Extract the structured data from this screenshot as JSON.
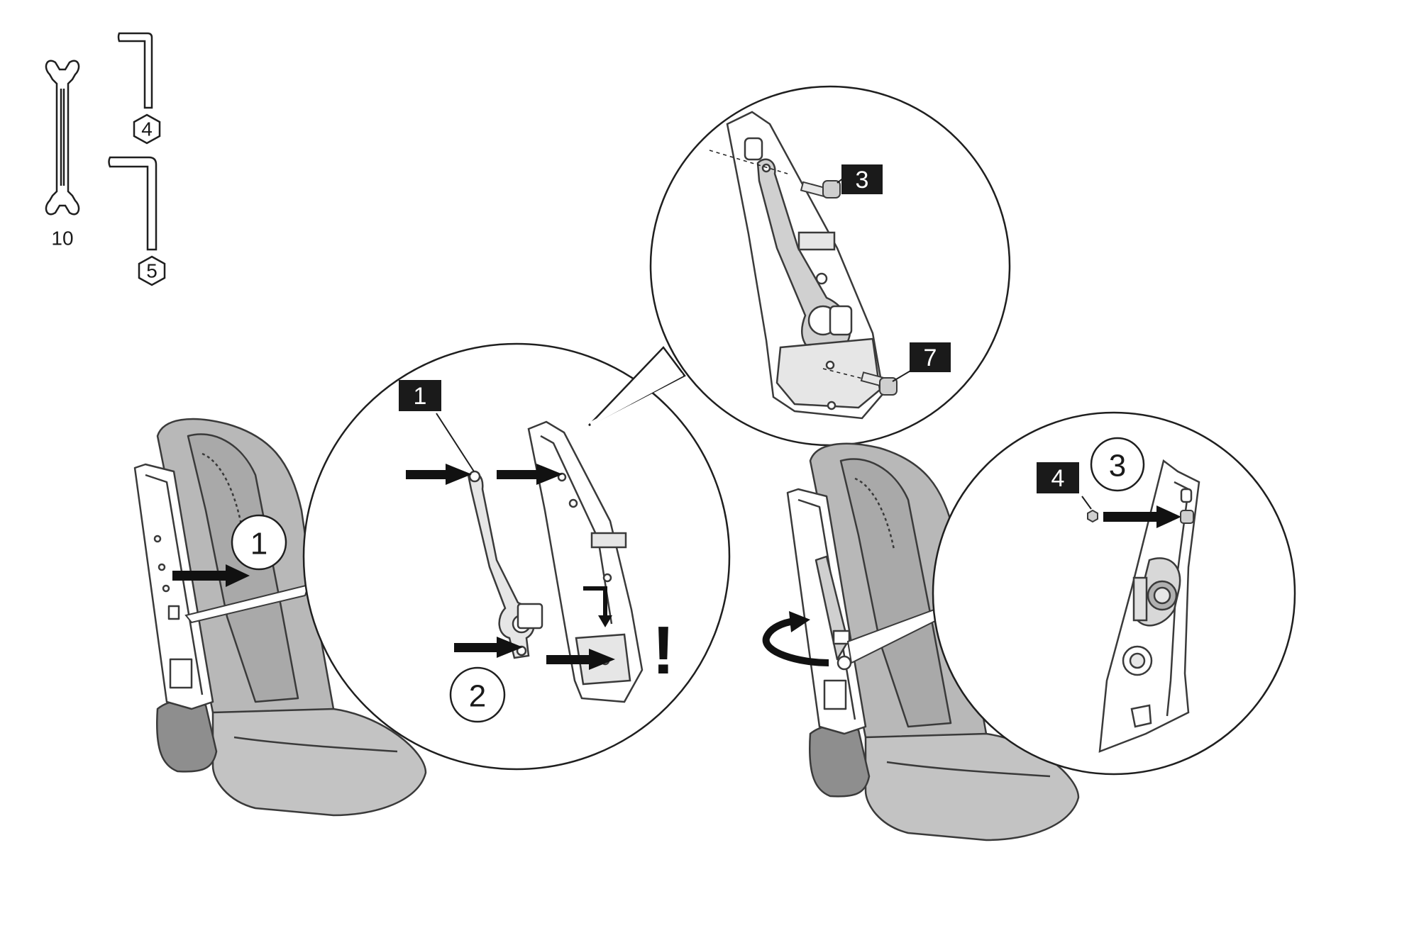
{
  "tools": {
    "wrench_size": "10",
    "hex_key_small": "4",
    "hex_key_large": "5"
  },
  "steps": {
    "left_detail_step": "1",
    "middle_detail_step": "2",
    "right_detail_step": "3",
    "warning_mark": "!"
  },
  "parts": {
    "lever_part": "1",
    "bolt_upper_part": "3",
    "bolt_lower_part": "7",
    "nut_part": "4"
  },
  "colors": {
    "seat_fill": "#b8b8b8",
    "seat_stroke": "#3a3a3a",
    "line": "#1f1f1f",
    "badge_fill": "#1a1a1a",
    "part_fill": "#e6e6e6"
  }
}
